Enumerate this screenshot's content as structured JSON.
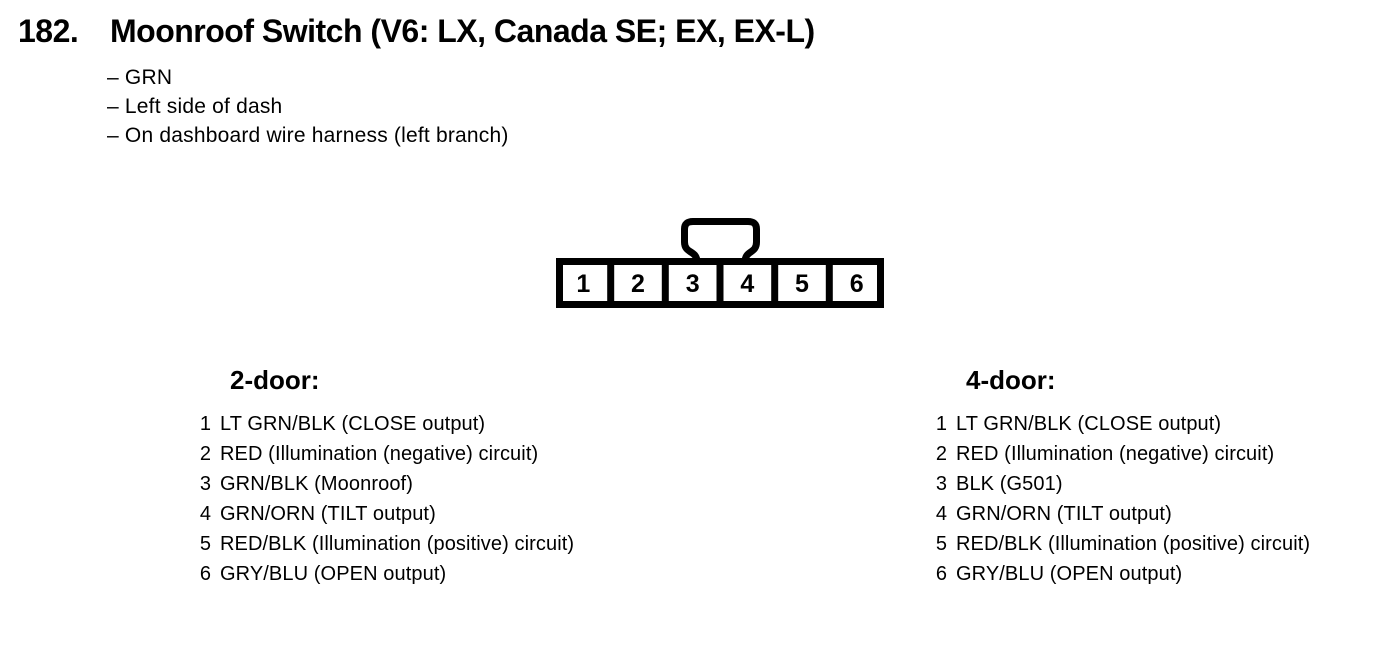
{
  "page": {
    "bg_color": "#ffffff",
    "text_color": "#000000"
  },
  "header": {
    "number": "182.",
    "title": "Moonroof Switch (V6: LX, Canada SE; EX, EX-L)",
    "location_notes": [
      "– GRN",
      "– Left side of dash",
      "– On dashboard wire harness (left branch)"
    ]
  },
  "connector": {
    "description": "6-cavity connector, front view, lock tab on top",
    "pins": [
      "1",
      "2",
      "3",
      "4",
      "5",
      "6"
    ]
  },
  "pinouts": [
    {
      "heading": "2-door:",
      "rows": [
        {
          "pin": "1",
          "wire": "LT GRN/BLK (CLOSE output)"
        },
        {
          "pin": "2",
          "wire": "RED (Illumination (negative) circuit)"
        },
        {
          "pin": "3",
          "wire": "GRN/BLK (Moonroof)"
        },
        {
          "pin": "4",
          "wire": "GRN/ORN (TILT output)"
        },
        {
          "pin": "5",
          "wire": "RED/BLK (Illumination (positive) circuit)"
        },
        {
          "pin": "6",
          "wire": "GRY/BLU (OPEN output)"
        }
      ]
    },
    {
      "heading": "4-door:",
      "rows": [
        {
          "pin": "1",
          "wire": "LT GRN/BLK (CLOSE output)"
        },
        {
          "pin": "2",
          "wire": "RED (Illumination (negative) circuit)"
        },
        {
          "pin": "3",
          "wire": "BLK (G501)"
        },
        {
          "pin": "4",
          "wire": "GRN/ORN (TILT output)"
        },
        {
          "pin": "5",
          "wire": "RED/BLK (Illumination (positive) circuit)"
        },
        {
          "pin": "6",
          "wire": "GRY/BLU (OPEN output)"
        }
      ]
    }
  ]
}
